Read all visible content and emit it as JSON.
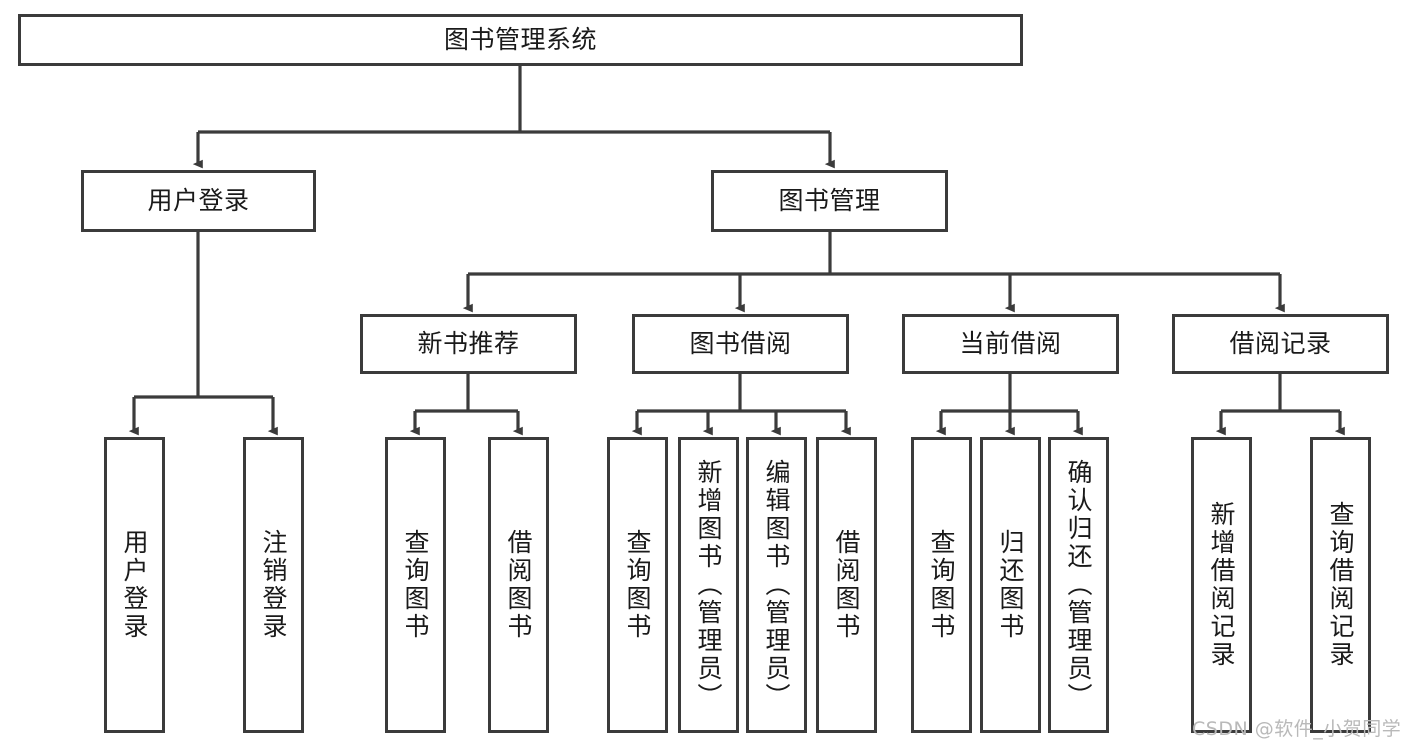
{
  "diagram": {
    "title": "图书管理系统",
    "type": "tree-hierarchy-chart",
    "watermark": "CSDN @软件_小贺同学",
    "colors": {
      "stroke": "#3b3b3b",
      "fill": "#ffffff",
      "text": "#1a1a1a",
      "watermark": "#b9b9b9"
    },
    "nodes": {
      "root": {
        "label": "图书管理系统"
      },
      "level2": [
        {
          "label": "用户登录"
        },
        {
          "label": "图书管理"
        }
      ],
      "level3": [
        {
          "label": "新书推荐"
        },
        {
          "label": "图书借阅"
        },
        {
          "label": "当前借阅"
        },
        {
          "label": "借阅记录"
        }
      ],
      "leaves": {
        "user_login": [
          {
            "label": "用户登录"
          },
          {
            "label": "注销登录"
          }
        ],
        "new_book_rec": [
          {
            "label": "查询图书"
          },
          {
            "label": "借阅图书"
          }
        ],
        "book_borrow": [
          {
            "label": "查询图书"
          },
          {
            "label": "新增图书（管理员）"
          },
          {
            "label": "编辑图书（管理员）"
          },
          {
            "label": "借阅图书"
          }
        ],
        "current_borrow": [
          {
            "label": "查询图书"
          },
          {
            "label": "归还图书"
          },
          {
            "label": "确认归还（管理员）"
          }
        ],
        "borrow_records": [
          {
            "label": "新增借阅记录"
          },
          {
            "label": "查询借阅记录"
          }
        ]
      }
    }
  }
}
